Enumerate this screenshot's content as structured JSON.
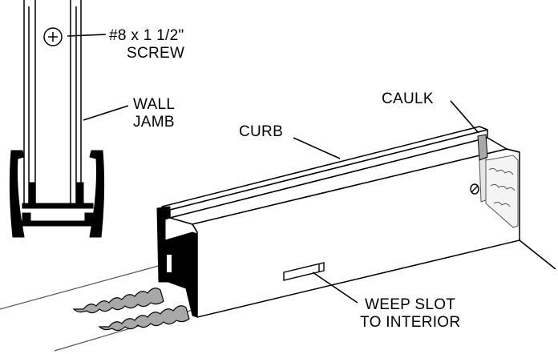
{
  "labels": {
    "screw": [
      "#8 x 1 1/2\"",
      "SCREW"
    ],
    "wall_jamb": [
      "WALL",
      "JAMB"
    ],
    "curb": "CURB",
    "caulk": "CAULK",
    "weep_slot": [
      "WEEP SLOT",
      "TO INTERIOR"
    ]
  },
  "colors": {
    "line": "#000000",
    "caulk_fill": "#a8a8a8",
    "background": "#ffffff"
  }
}
